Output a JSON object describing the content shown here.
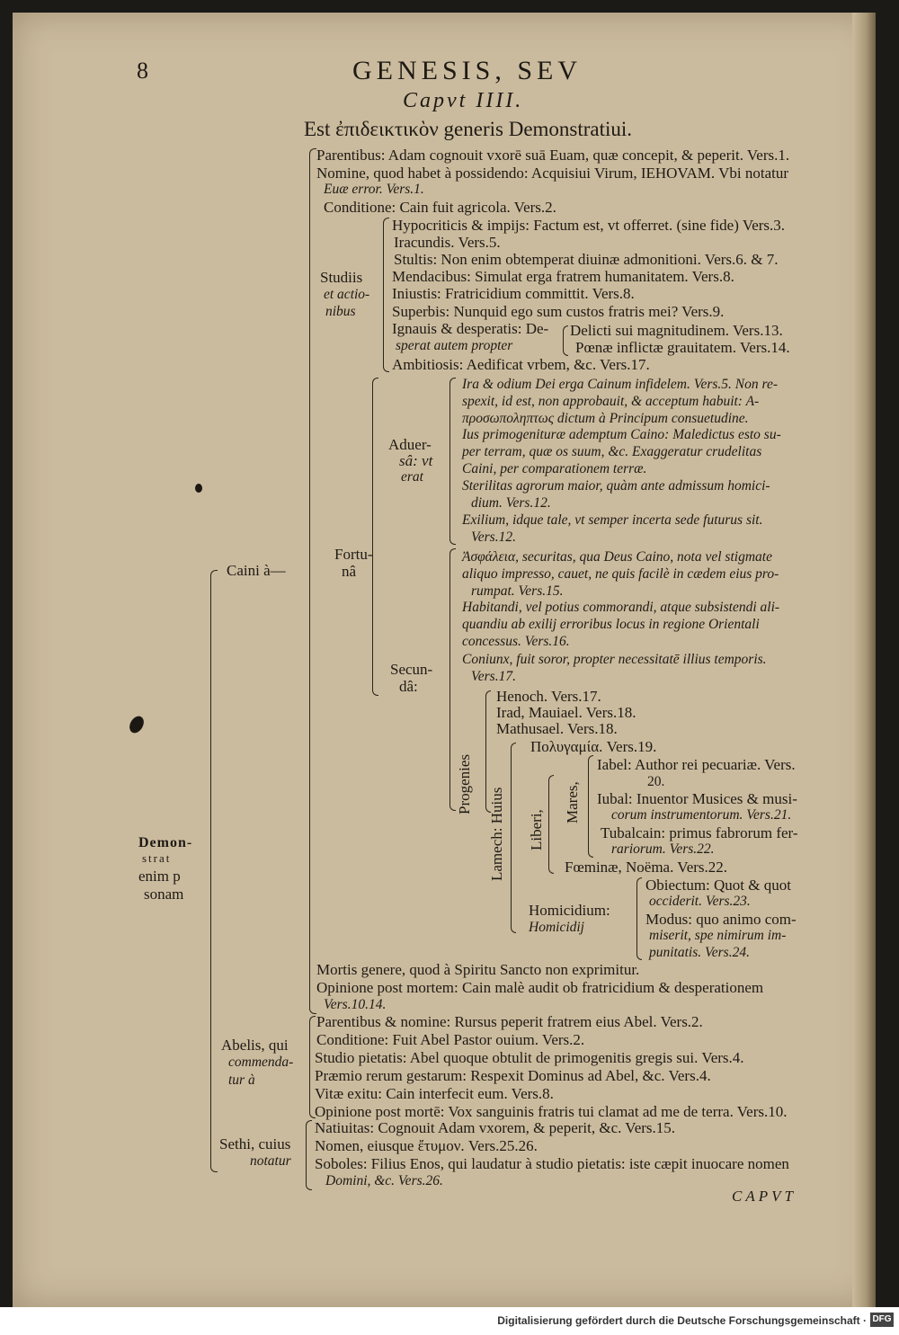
{
  "header": {
    "page_number": "8",
    "running_title": "GENESIS, SEV",
    "chapter": "Capvt IIII.",
    "subtitle": "Est ἐπιδεικτικὸν generis Demonstratiui."
  },
  "root": {
    "l1": "Demon-",
    "l2": "strat",
    "l3": "enim p",
    "l4": "sonam"
  },
  "cain": {
    "label": "Caini à—",
    "parentibus": "Parentibus: Adam cognouit vxorē suā Euam, quæ concepit, & peperit. Vers.1.",
    "nomine_1": "Nomine, quod habet à possidendo: Acquisiui Virum, IEHOVAM. Vbi notatur",
    "nomine_2": "Euæ error. Vers.1.",
    "conditione": "Conditione: Cain fuit agricola. Vers.2.",
    "studiis_1": "Studiis",
    "studiis_2": "et actio-",
    "studiis_3": "nibus",
    "hypocriticis": "Hypocriticis & impijs: Factum est, vt offerret. (sine fide) Vers.3.",
    "iracundis": "Iracundis. Vers.5.",
    "stultis": "Stultis: Non enim obtemperat diuinæ admonitioni. Vers.6. & 7.",
    "mendacibus": "Mendacibus: Simulat erga fratrem humanitatem. Vers.8.",
    "iniustis": "Iniustis: Fratricidium committit. Vers.8.",
    "superbis": "Superbis: Nunquid ego sum custos fratris mei? Vers.9.",
    "ignauis_1": "Ignauis & desperatis: De-",
    "ignauis_2": "sperat autem propter",
    "delicti": "Delicti sui magnitudinem. Vers.13.",
    "poenae": "Pœnæ inflictæ grauitatem. Vers.14.",
    "ambitiosis": "Ambitiosis: Aedificat vrbem, &c. Vers.17.",
    "fortuna_1": "Fortu-",
    "fortuna_2": "nâ",
    "aduersa_1": "Aduer-",
    "aduersa_2": "sâ: vt",
    "aduersa_3": "erat",
    "ira_1": "Ira & odium Dei erga Cainum infidelem. Vers.5. Non re-",
    "ira_2": "spexit, id est, non approbauit, & acceptum habuit: A-",
    "ira_3": "προσωποληπτως dictum à Principum consuetudine.",
    "ius_1": "Ius primogenituræ ademptum Caino: Maledictus esto su-",
    "ius_2": "per terram, quæ os suum, &c. Exaggeratur crudelitas",
    "ius_3": "Caini, per comparationem terræ.",
    "sterilitas_1": "Sterilitas agrorum maior, quàm ante admissum homici-",
    "sterilitas_2": "dium. Vers.12.",
    "exilium_1": "Exilium, idque tale, vt semper incerta sede futurus sit.",
    "exilium_2": "Vers.12.",
    "secunda_1": "Secun-",
    "secunda_2": "dâ:",
    "asphaleia_1": "Ἀσφάλεια, securitas, qua Deus Caino, nota vel stigmate",
    "asphaleia_2": "aliquo impresso, cauet, ne quis facilè in cædem eius pro-",
    "asphaleia_3": "rumpat. Vers.15.",
    "habitandi_1": "Habitandi, vel potius commorandi, atque subsistendi ali-",
    "habitandi_2": "quandiu ab exilij erroribus locus in regione Orientali",
    "habitandi_3": "concessus. Vers.16.",
    "coniunx_1": "Coniunx, fuit soror, propter necessitatē illius temporis.",
    "coniunx_2": "Vers.17.",
    "progenies": "Progenies",
    "henoch": "Henoch. Vers.17.",
    "irad": "Irad,     Mauiael. Vers.18.",
    "mathusael": "Mathusael. Vers.18.",
    "lamech": "Lamech: Huius",
    "polygamia": "Πολυγαμία. Vers.19.",
    "liberi": "Liberi,",
    "mares": "Mares,",
    "iabel_1": "Iabel: Author rei pecuariæ. Vers.",
    "iabel_2": "20.",
    "iubal_1": "Iubal: Inuentor Musices & musi-",
    "iubal_2": "corum instrumentorum. Vers.21.",
    "tubalcain_1": "Tubalcain: primus fabrorum fer-",
    "tubalcain_2": "rariorum. Vers.22.",
    "foeminae": "Fœminæ, Noëma. Vers.22.",
    "homicidium_1": "Homicidium:",
    "homicidium_2": "Homicidij",
    "obiectum_1": "Obiectum: Quot & quot",
    "obiectum_2": "occiderit. Vers.23.",
    "modus_1": "Modus: quo animo com-",
    "modus_2": "miserit, spe nimirum im-",
    "modus_3": "punitatis. Vers.24.",
    "mortis": "Mortis genere, quod à Spiritu Sancto non exprimitur.",
    "opinione_1": "Opinione post mortem: Cain malè audit ob fratricidium & desperationem",
    "opinione_2": "Vers.10.14."
  },
  "abel": {
    "label_1": "Abelis, qui",
    "label_2": "commenda-",
    "label_3": "tur à",
    "parentibus": "Parentibus & nomine: Rursus peperit fratrem eius Abel. Vers.2.",
    "conditione": "Conditione: Fuit Abel Pastor ouium. Vers.2.",
    "studio": "Studio pietatis: Abel quoque obtulit de primogenitis gregis sui. Vers.4.",
    "praemio": "Præmio rerum gestarum: Respexit Dominus ad Abel, &c. Vers.4.",
    "vitae": "Vitæ exitu: Cain interfecit eum. Vers.8.",
    "opinione": "Opinione post mortē: Vox sanguinis fratris tui clamat ad me de terra. Vers.10."
  },
  "seth": {
    "label_1": "Sethi, cuius",
    "label_2": "notatur",
    "natiuitas": "Natiuitas: Cognouit Adam vxorem, & peperit, &c. Vers.15.",
    "nomen": "Nomen, eiusque ἔτυμον. Vers.25.26.",
    "soboles_1": "Soboles: Filius Enos, qui laudatur à studio pietatis: iste cæpit inuocare nomen",
    "soboles_2": "Domini, &c. Vers.26."
  },
  "catchword": "CAPVT",
  "footer": {
    "text": "Digitalisierung gefördert durch die Deutsche Forschungsgemeinschaft ·",
    "logo": "DFG"
  }
}
